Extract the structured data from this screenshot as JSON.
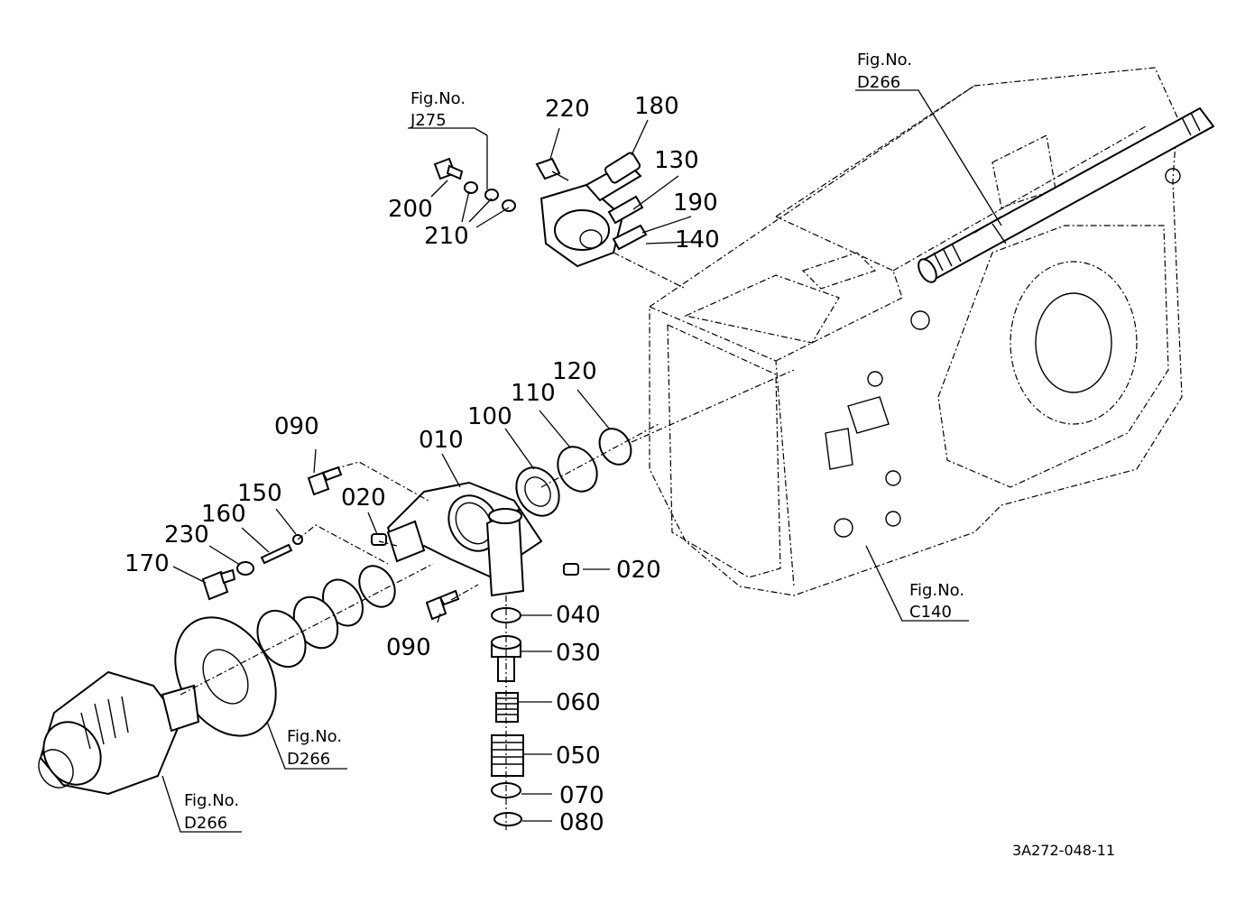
{
  "part_labels": {
    "p010": "010",
    "p020a": "020",
    "p020b": "020",
    "p030": "030",
    "p040": "040",
    "p050": "050",
    "p060": "060",
    "p070": "070",
    "p080": "080",
    "p090a": "090",
    "p090b": "090",
    "p100": "100",
    "p110": "110",
    "p120": "120",
    "p130": "130",
    "p140": "140",
    "p150": "150",
    "p160": "160",
    "p170": "170",
    "p180": "180",
    "p190": "190",
    "p200": "200",
    "p210": "210",
    "p220": "220",
    "p230": "230"
  },
  "figure_refs": {
    "j275": {
      "line1": "Fig.No.",
      "line2": "J275"
    },
    "d266_top": {
      "line1": "Fig.No.",
      "line2": "D266"
    },
    "c140": {
      "line1": "Fig.No.",
      "line2": "C140"
    },
    "d266_mid": {
      "line1": "Fig.No.",
      "line2": "D266"
    },
    "d266_low": {
      "line1": "Fig.No.",
      "line2": "D266"
    }
  },
  "drawing_code": "3A272-048-11"
}
